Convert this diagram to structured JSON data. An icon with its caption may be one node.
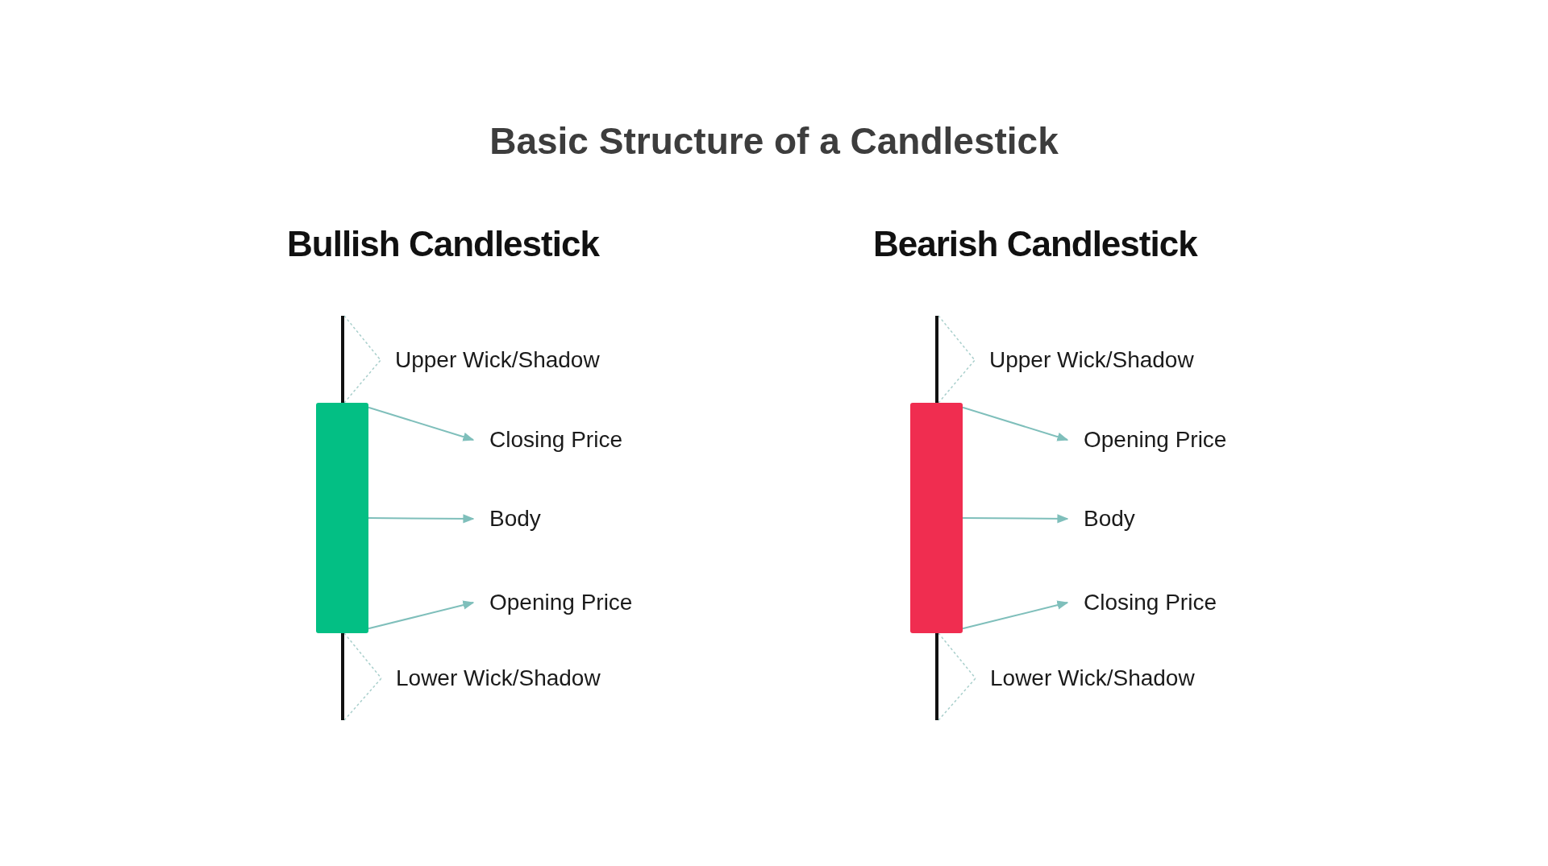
{
  "diagram": {
    "title": "Basic Structure of a Candlestick",
    "nodes": [
      {
        "text": [],
        "shape": "bar"
      },
      {
        "text": [
          "Upper Wick/Shadow"
        ]
      },
      {
        "text": [],
        "shape": "bar"
      },
      {
        "text": [
          "Closing Price"
        ]
      },
      {
        "text": [
          "Body"
        ]
      },
      {
        "text": [
          "Opening Price"
        ]
      },
      {
        "text": [],
        "shape": "bar"
      },
      {
        "text": [
          "Lower Wick/Shadow"
        ]
      },
      {
        "text": [],
        "shape": "bar"
      },
      {
        "text": [
          "Upper Wick/Shadow"
        ]
      },
      {
        "text": [],
        "shape": "bar"
      },
      {
        "text": [
          "Opening Price"
        ]
      },
      {
        "text": [
          "Body"
        ]
      },
      {
        "text": [
          "Closing Price"
        ]
      },
      {
        "text": [],
        "shape": "bar"
      },
      {
        "text": [
          "Lower Wick/Shadow"
        ]
      }
    ],
    "edges": [
      {
        "from": 0,
        "to": 1,
        "arrow": "none",
        "style": "dashed"
      },
      {
        "from": 2,
        "to": 3,
        "arrow": "to"
      },
      {
        "from": 2,
        "to": 4,
        "arrow": "to"
      },
      {
        "from": 2,
        "to": 5,
        "arrow": "to"
      },
      {
        "from": 6,
        "to": 7,
        "arrow": "none",
        "style": "dashed"
      },
      {
        "from": 8,
        "to": 9,
        "arrow": "none",
        "style": "dashed"
      },
      {
        "from": 10,
        "to": 11,
        "arrow": "to"
      },
      {
        "from": 10,
        "to": 12,
        "arrow": "to"
      },
      {
        "from": 10,
        "to": 13,
        "arrow": "to"
      },
      {
        "from": 14,
        "to": 15,
        "arrow": "none",
        "style": "dashed"
      }
    ],
    "labels": [
      "Bullish Candlestick",
      "Bearish Candlestick"
    ]
  }
}
